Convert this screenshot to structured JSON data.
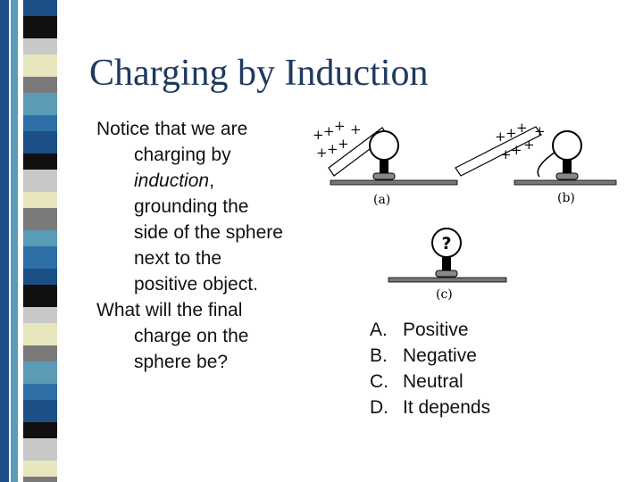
{
  "slide": {
    "title": "Charging by Induction",
    "para1": {
      "before": "Notice that we are charging by ",
      "emphasis": "induction",
      "after": ", grounding the side of the sphere next to the positive object."
    },
    "para2": "What will the final charge on the sphere be?"
  },
  "figure": {
    "panel_a": "(a)",
    "panel_b": "(b)",
    "panel_c": "(c)",
    "unknown_charge": "?",
    "plus": "+"
  },
  "options": [
    {
      "letter": "A.",
      "text": "Positive"
    },
    {
      "letter": "B.",
      "text": "Negative"
    },
    {
      "letter": "C.",
      "text": "Neutral"
    },
    {
      "letter": "D.",
      "text": "It depends"
    }
  ],
  "colors": {
    "title": "#1f3a5f",
    "stripe_dark": "#1b4f85",
    "stripe_teal": "#5a9bb5",
    "stripe_cream": "#e8e6bd",
    "stripe_black": "#111111",
    "stripe_blue": "#2e6fa8",
    "stripe_gray": "#7a7a7a",
    "stripe_lightgray": "#c8c8c8"
  }
}
